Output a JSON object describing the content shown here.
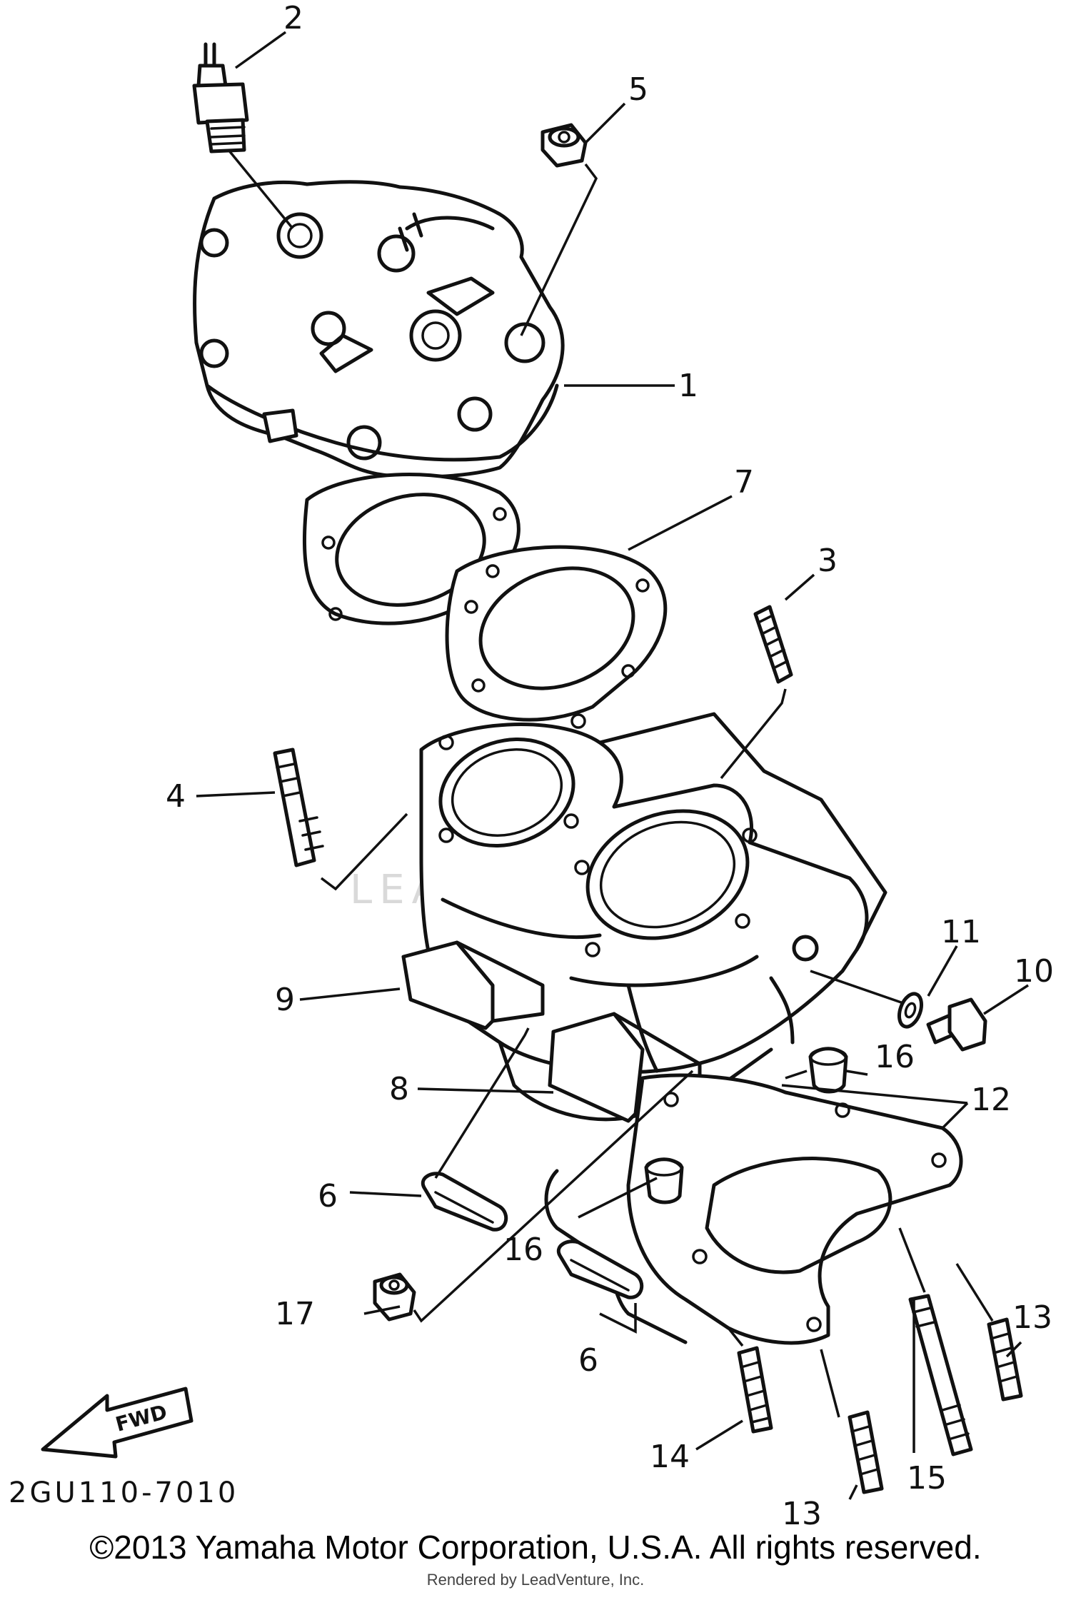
{
  "callouts": [
    {
      "id": "c1",
      "text": "1"
    },
    {
      "id": "c2",
      "text": "2"
    },
    {
      "id": "c3",
      "text": "3"
    },
    {
      "id": "c4",
      "text": "4"
    },
    {
      "id": "c5",
      "text": "5"
    },
    {
      "id": "c6a",
      "text": "6"
    },
    {
      "id": "c6b",
      "text": "6"
    },
    {
      "id": "c7",
      "text": "7"
    },
    {
      "id": "c8",
      "text": "8"
    },
    {
      "id": "c9",
      "text": "9"
    },
    {
      "id": "c10",
      "text": "10"
    },
    {
      "id": "c11",
      "text": "11"
    },
    {
      "id": "c12",
      "text": "12"
    },
    {
      "id": "c13a",
      "text": "13"
    },
    {
      "id": "c13b",
      "text": "13"
    },
    {
      "id": "c14",
      "text": "14"
    },
    {
      "id": "c15",
      "text": "15"
    },
    {
      "id": "c16a",
      "text": "16"
    },
    {
      "id": "c16b",
      "text": "16"
    },
    {
      "id": "c17",
      "text": "17"
    }
  ],
  "fwd_label": "FWD",
  "diagram_code": "2GU110-7010",
  "watermark": "LEADVENTURE",
  "copyright": "©2013 Yamaha Motor Corporation, U.S.A. All rights reserved.",
  "rendered_by": "Rendered by LeadVenture, Inc."
}
